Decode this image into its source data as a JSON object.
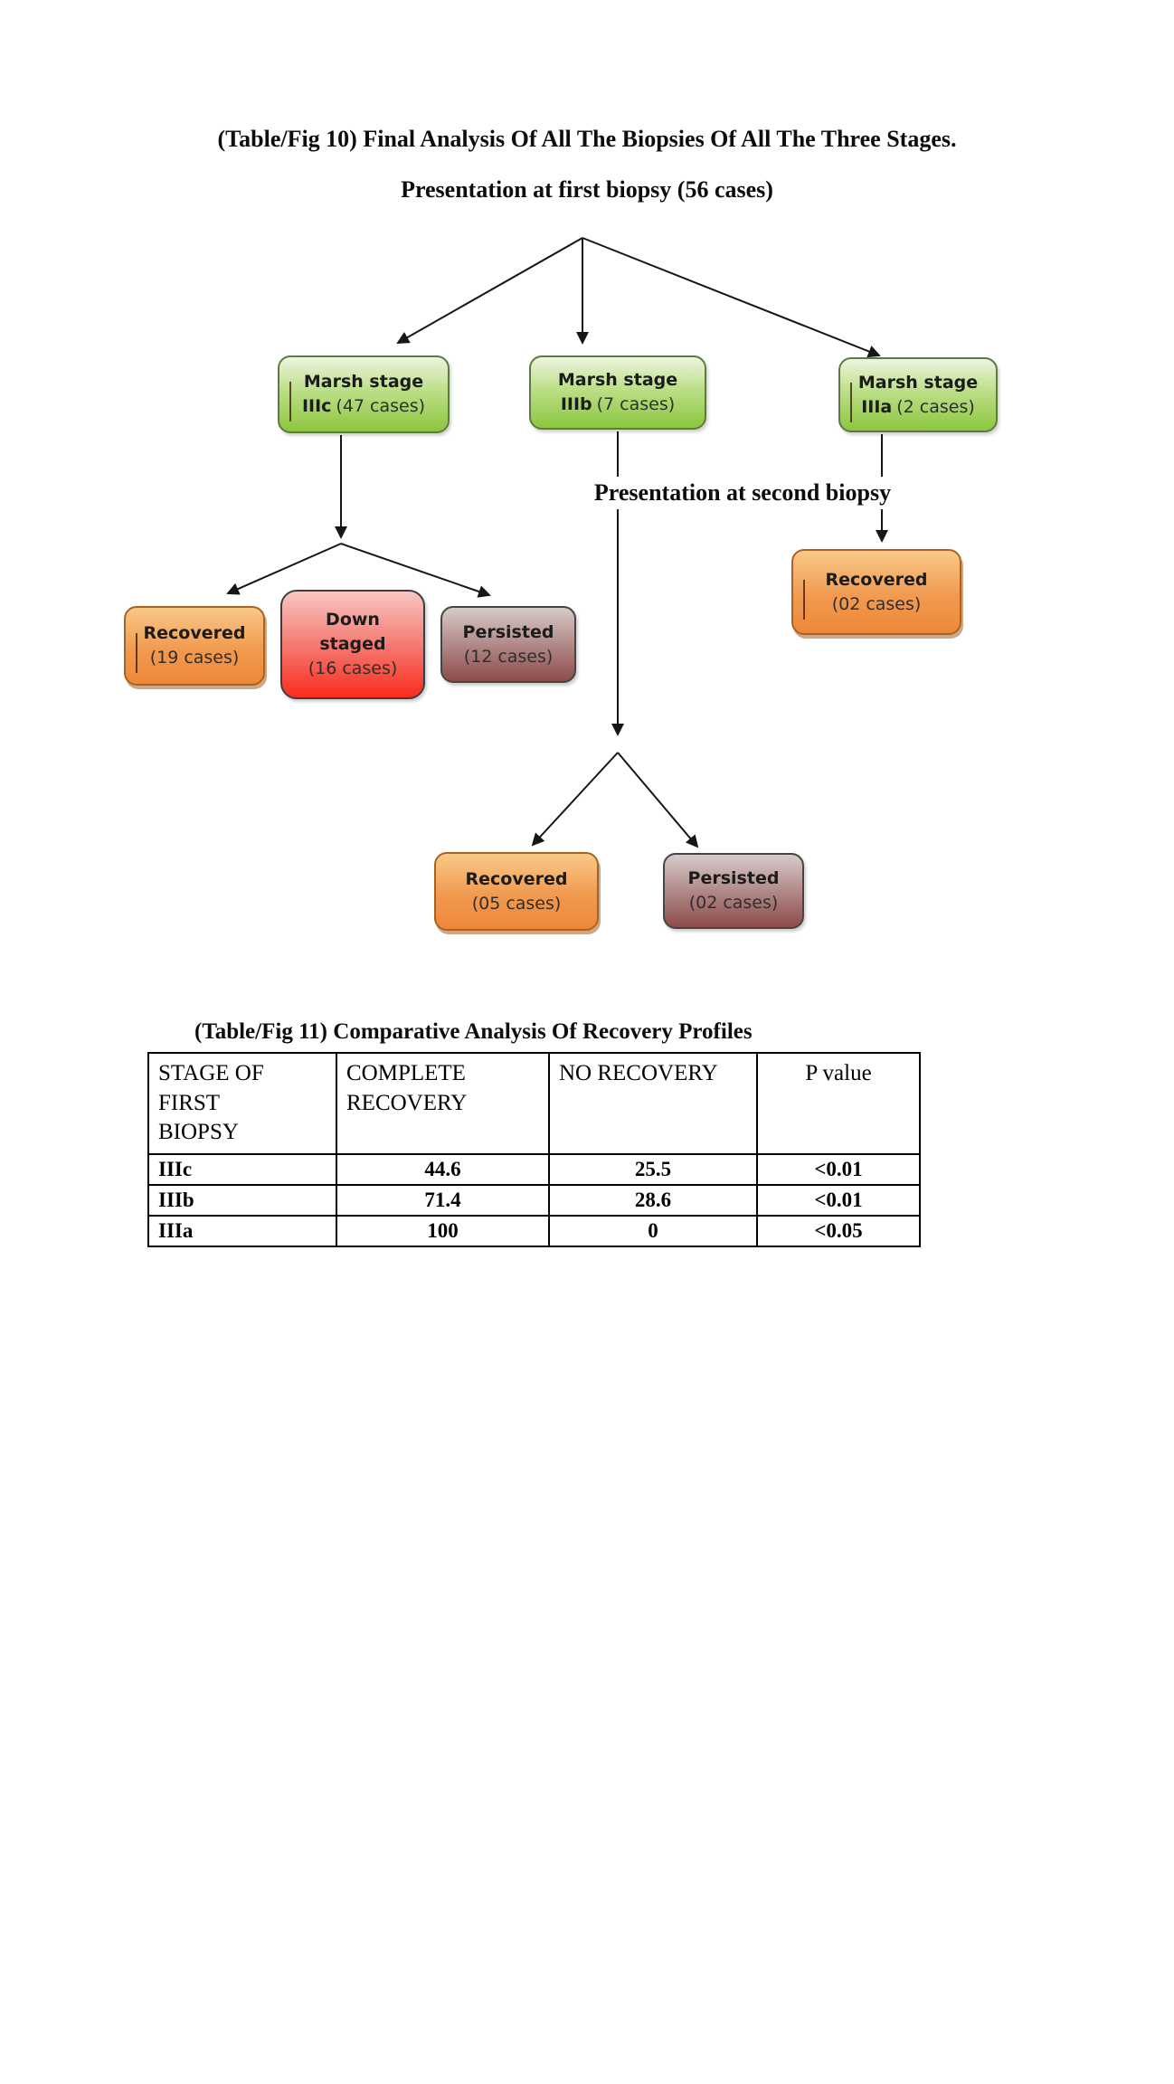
{
  "fig10": {
    "title": "(Table/Fig 10) Final Analysis Of All The Biopsies Of All The Three Stages.",
    "subtitle": "Presentation at first biopsy (56 cases)",
    "second_biopsy_label": "Presentation at second biopsy",
    "nodes": {
      "iiic": {
        "line1": "Marsh stage",
        "bold2": "IIIc",
        "rest2": "(47 cases)"
      },
      "iiib": {
        "line1": "Marsh stage",
        "bold2": "IIIb",
        "rest2": "(7 cases)"
      },
      "iiia": {
        "line1": "Marsh stage",
        "bold2": "IIIa",
        "rest2": "(2 cases)"
      },
      "recovered19": {
        "line1": "Recovered",
        "rest2": "(19 cases)"
      },
      "downstaged16": {
        "bold_inline": "Down staged",
        "rest_inline": "(16 cases)"
      },
      "persisted12": {
        "line1": "Persisted",
        "rest2": "(12 cases)"
      },
      "recovered02": {
        "line1": "Recovered",
        "rest2": "(02 cases)"
      },
      "recovered05": {
        "line1": "Recovered",
        "rest2": "(05 cases)"
      },
      "persisted02": {
        "line1": "Persisted",
        "rest2": "(02 cases)"
      }
    }
  },
  "fig11": {
    "title": "(Table/Fig 11) Comparative Analysis Of Recovery Profiles",
    "table": {
      "headers": [
        "STAGE OF FIRST BIOPSY",
        "COMPLETE RECOVERY",
        "NO RECOVERY",
        "P value"
      ],
      "rows": [
        [
          "IIIc",
          "44.6",
          "25.5",
          "<0.01"
        ],
        [
          "IIIb",
          "71.4",
          "28.6",
          "<0.01"
        ],
        [
          "IIIa",
          "100",
          "0",
          "<0.05"
        ]
      ]
    }
  },
  "palette": {
    "stage_green_top": "#edf5e0",
    "stage_green_bottom": "#8cc63f",
    "stage_green_border": "#5e7a40",
    "recovered_orange_top": "#f9c988",
    "recovered_orange_bottom": "#ee8838",
    "recovered_orange_border": "#aa6222",
    "downstaged_red_top": "#f9c6c3",
    "downstaged_red_bottom": "#fb2b1e",
    "persisted_mauve_top": "#d7cac9",
    "persisted_mauve_bottom": "#8d4c49",
    "connector_black": "#161616",
    "text_black": "#0d0d0d"
  }
}
